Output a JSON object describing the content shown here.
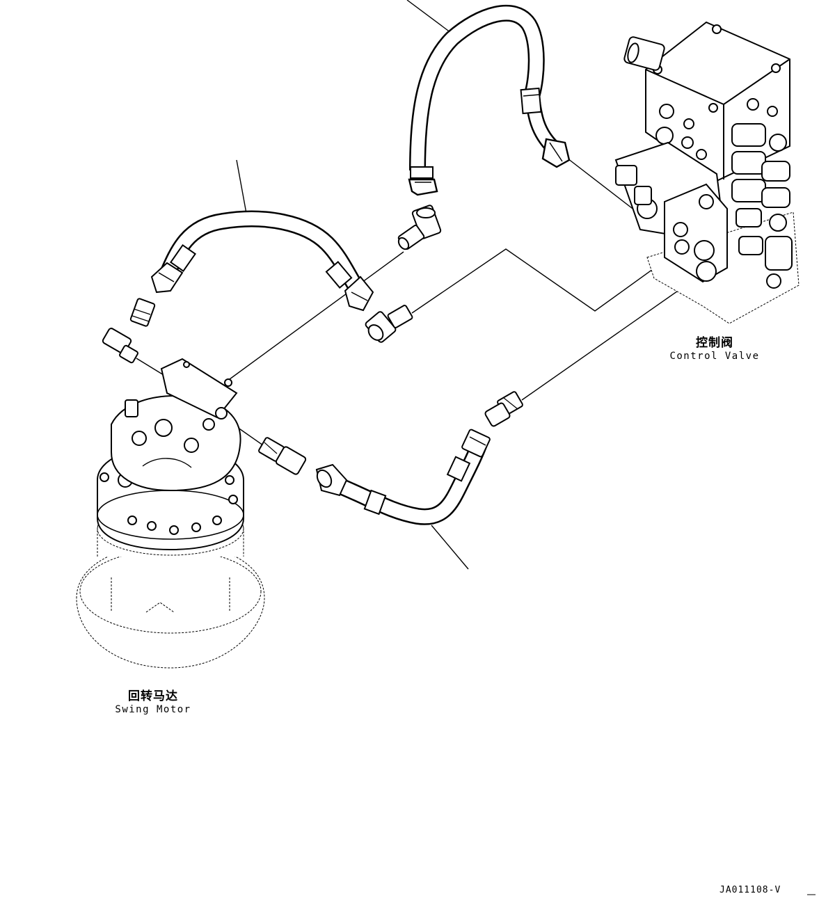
{
  "labels": {
    "control_valve": {
      "cn": "控制阀",
      "en": "Control Valve"
    },
    "swing_motor": {
      "cn": "回转马达",
      "en": "Swing Motor"
    }
  },
  "drawing_code": "JA011108-V",
  "colors": {
    "line": "#000000",
    "background": "#ffffff",
    "ghost": "#888888"
  }
}
